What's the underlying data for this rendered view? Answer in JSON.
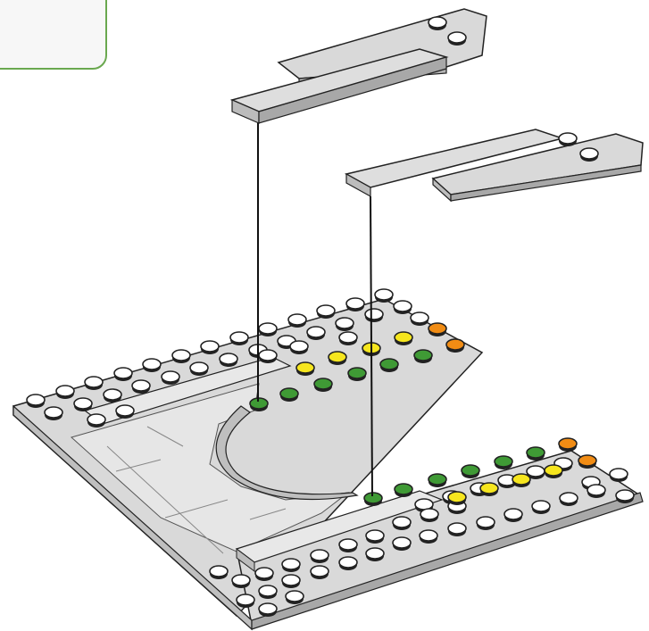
{
  "step": {
    "inset_frame": "callout-box",
    "assembly_parts": [
      "upper-plate",
      "lower-plate",
      "base-plate"
    ]
  },
  "colors": {
    "brick": "#d6d6d6",
    "brick_dark": "#b9b9b9",
    "stud": "#222222",
    "green": "#3f9a35",
    "yellow": "#f6e61e",
    "orange": "#f18c14",
    "frame": "#6aa84f"
  }
}
